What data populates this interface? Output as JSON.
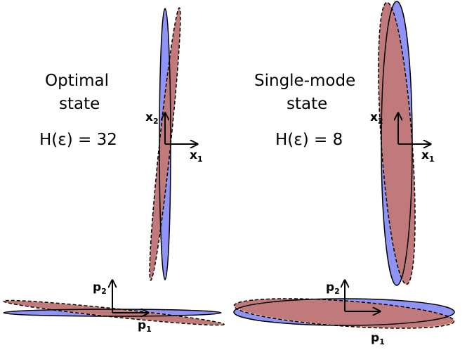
{
  "left_panel": {
    "title_line1": "Optimal",
    "title_line2": "state",
    "entropy": "H(ε) = 32"
  },
  "right_panel": {
    "title_line1": "Single-mode",
    "title_line2": "state",
    "entropy": "H(ε) = 8"
  },
  "axes": {
    "x_main": "x",
    "p_main": "p",
    "sub_1": "1",
    "sub_2": "2"
  },
  "colors": {
    "blue_fill": "#8e93f5",
    "orange_fill": "#f5ad7d",
    "overlap_fill": "#c07a7c",
    "stroke": "#000000"
  }
}
